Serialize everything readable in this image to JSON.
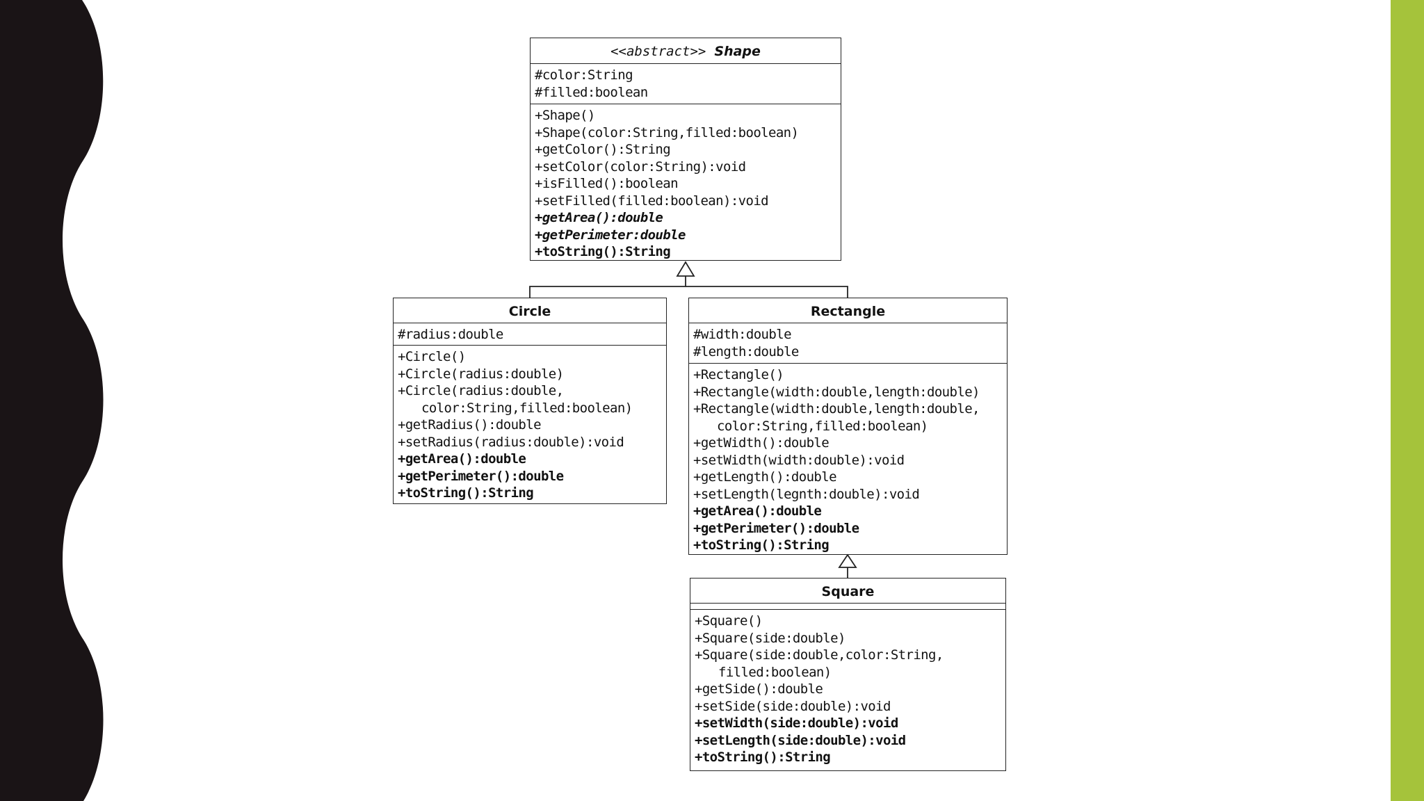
{
  "theme": {
    "left_band_color": "#1a1416",
    "right_band_color": "#a5c33b",
    "line_color": "#222222"
  },
  "classes": {
    "shape": {
      "stereotype": "<<abstract>>",
      "name": "Shape",
      "attributes": [
        "#color:String",
        "#filled:boolean"
      ],
      "methods": [
        "+Shape()",
        "+Shape(color:String,filled:boolean)",
        "+getColor():String",
        "+setColor(color:String):void",
        "+isFilled():boolean",
        "+setFilled(filled:boolean):void",
        "+getArea():double",
        "+getPerimeter:double",
        "+toString():String"
      ]
    },
    "circle": {
      "name": "Circle",
      "attributes": [
        "#radius:double"
      ],
      "methods": [
        "+Circle()",
        "+Circle(radius:double)",
        "+Circle(radius:double,",
        "color:String,filled:boolean)",
        "+getRadius():double",
        "+setRadius(radius:double):void",
        "+getArea():double",
        "+getPerimeter():double",
        "+toString():String"
      ]
    },
    "rectangle": {
      "name": "Rectangle",
      "attributes": [
        "#width:double",
        "#length:double"
      ],
      "methods": [
        "+Rectangle()",
        "+Rectangle(width:double,length:double)",
        "+Rectangle(width:double,length:double,",
        "color:String,filled:boolean)",
        "+getWidth():double",
        "+setWidth(width:double):void",
        "+getLength():double",
        "+setLength(legnth:double):void",
        "+getArea():double",
        "+getPerimeter():double",
        "+toString():String"
      ]
    },
    "square": {
      "name": "Square",
      "attributes": [],
      "methods": [
        "+Square()",
        "+Square(side:double)",
        "+Square(side:double,color:String,",
        "filled:boolean)",
        "+getSide():double",
        "+setSide(side:double):void",
        "+setWidth(side:double):void",
        "+setLength(side:double):void",
        "+toString():String"
      ]
    }
  }
}
